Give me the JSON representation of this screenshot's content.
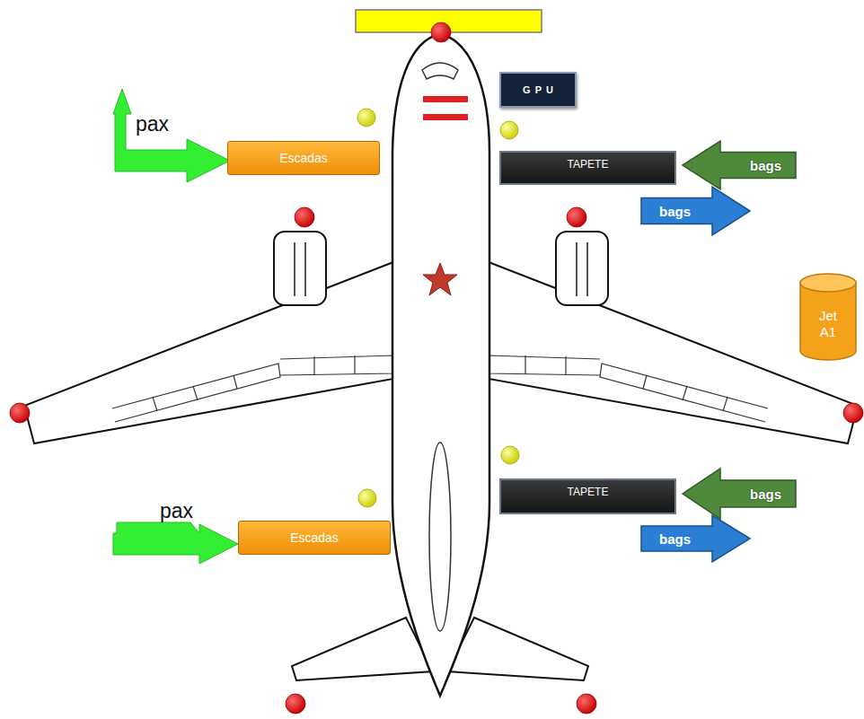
{
  "diagram": {
    "nodes": [
      {
        "text": [
          "GPU"
        ]
      },
      {
        "text": [
          "pax"
        ]
      },
      {
        "text": [
          "Escadas"
        ]
      },
      {
        "text": [
          "TAPETE"
        ]
      },
      {
        "text": [
          "bags"
        ]
      },
      {
        "text": [
          "bags"
        ]
      },
      {
        "text": [
          "Jet A1"
        ]
      },
      {
        "text": [
          "pax"
        ]
      },
      {
        "text": [
          "Escadas"
        ]
      },
      {
        "text": [
          "TAPETE"
        ]
      },
      {
        "text": [
          "bags"
        ]
      },
      {
        "text": [
          "bags"
        ]
      }
    ]
  }
}
